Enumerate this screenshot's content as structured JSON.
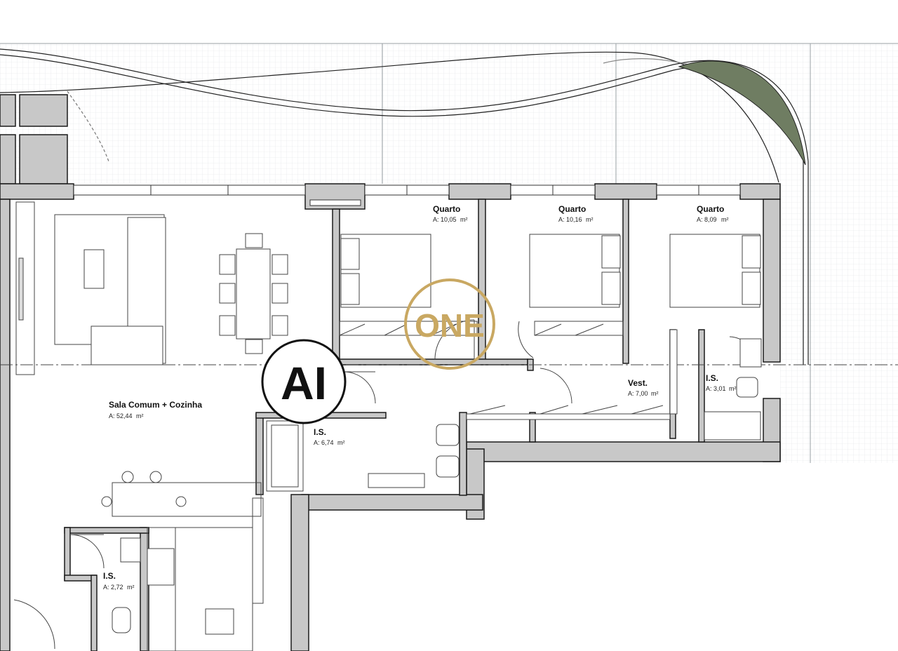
{
  "plan": {
    "rooms": [
      {
        "name": "Quarto",
        "area": "A: 10,05",
        "unit": "m²"
      },
      {
        "name": "Quarto",
        "area": "A: 10,16",
        "unit": "m²"
      },
      {
        "name": "Quarto",
        "area": "A: 8,09",
        "unit": "m²"
      },
      {
        "name": "Sala Comum + Cozinha",
        "area": "A: 52,44",
        "unit": "m²"
      },
      {
        "name": "Vest.",
        "area": "A: 7,00",
        "unit": "m²"
      },
      {
        "name": "I.S.",
        "area": "A: 3,01",
        "unit": "m²"
      },
      {
        "name": "I.S.",
        "area": "A: 6,74",
        "unit": "m²"
      },
      {
        "name": "I.S.",
        "area": "A: 2,72",
        "unit": "m²"
      }
    ],
    "stamp": "AI",
    "watermark": "ONE",
    "colors": {
      "wall_fill": "#c8c8c8",
      "wall_stroke": "#1a1a1a",
      "grid": "#d9dde0",
      "planter": "#6f7d62",
      "watermark": "#c9a862"
    }
  }
}
